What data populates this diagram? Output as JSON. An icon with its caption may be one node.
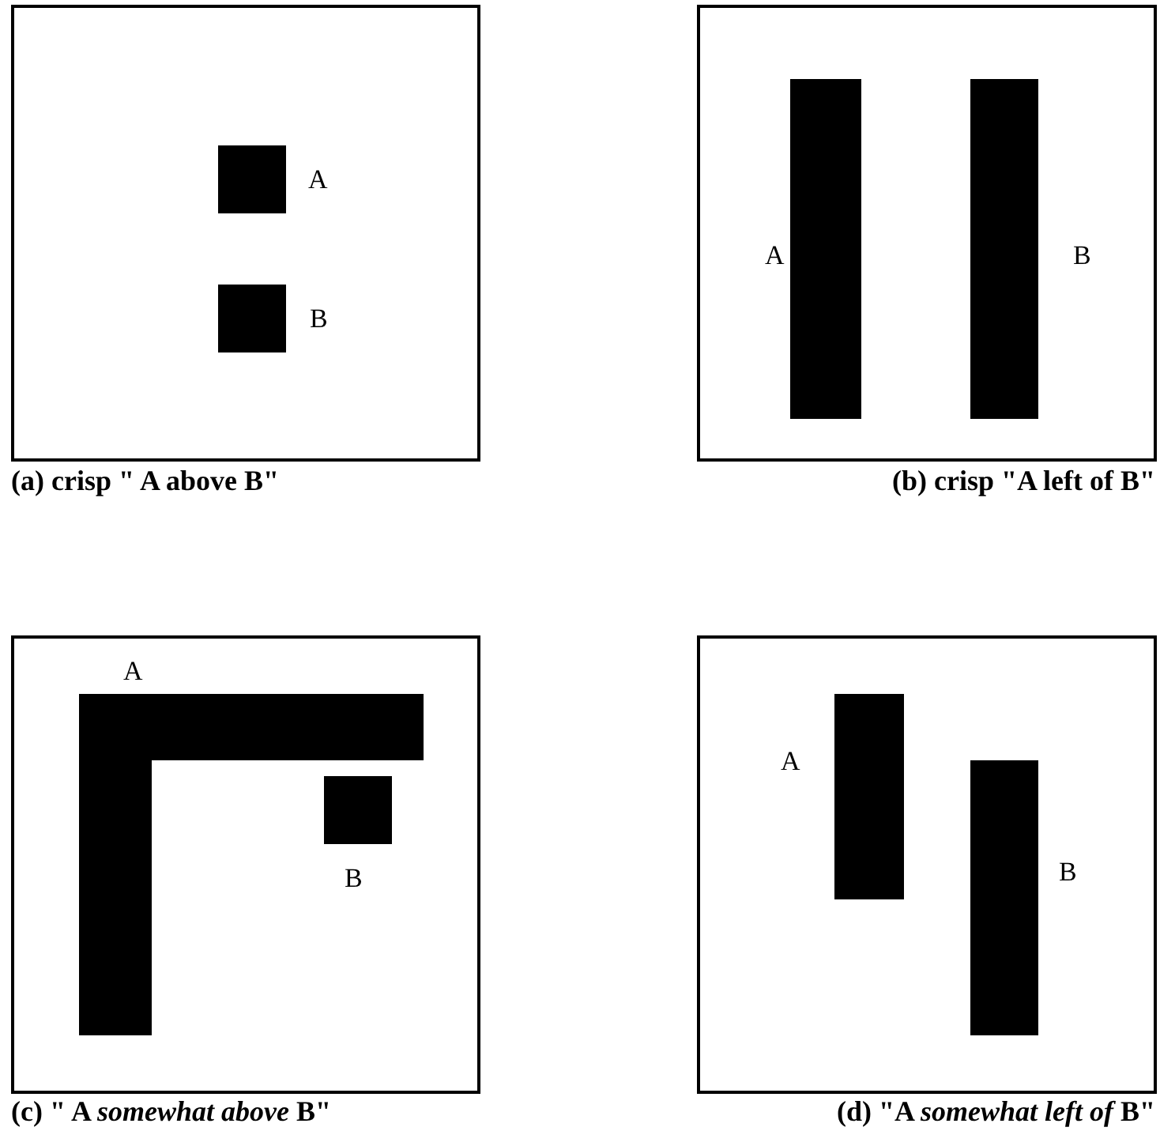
{
  "diagram": {
    "nodes": [
      {
        "text": [],
        "shape": "box",
        "beside": [
          "(a) crisp \" A above B\""
        ]
      },
      {
        "text": [],
        "shape": "box",
        "in": 0,
        "beside": [
          "A"
        ]
      },
      {
        "text": [],
        "shape": "box",
        "in": 0,
        "beside": [
          "B"
        ]
      },
      {
        "text": [],
        "shape": "box",
        "beside": [
          "(b) crisp \"A left of B\""
        ]
      },
      {
        "text": [],
        "shape": "bar",
        "in": 3,
        "beside": [
          "A"
        ]
      },
      {
        "text": [],
        "shape": "bar",
        "in": 3,
        "beside": [
          "B"
        ]
      },
      {
        "text": [],
        "shape": "box",
        "beside": [
          "(c) \" A *somewhat above* B\""
        ]
      },
      {
        "text": [],
        "shape": "box",
        "in": 6,
        "beside": [
          "A"
        ]
      },
      {
        "text": [],
        "shape": "box",
        "in": 6
      },
      {
        "text": [],
        "shape": "box",
        "beside": [
          "(d) \"A *somewhat left of* B\""
        ]
      },
      {
        "text": [],
        "shape": "bar",
        "in": 9,
        "beside": [
          "A"
        ]
      },
      {
        "text": [],
        "shape": "bar",
        "in": 9,
        "beside": [
          "B"
        ]
      }
    ],
    "labels": [
      "B"
    ]
  }
}
